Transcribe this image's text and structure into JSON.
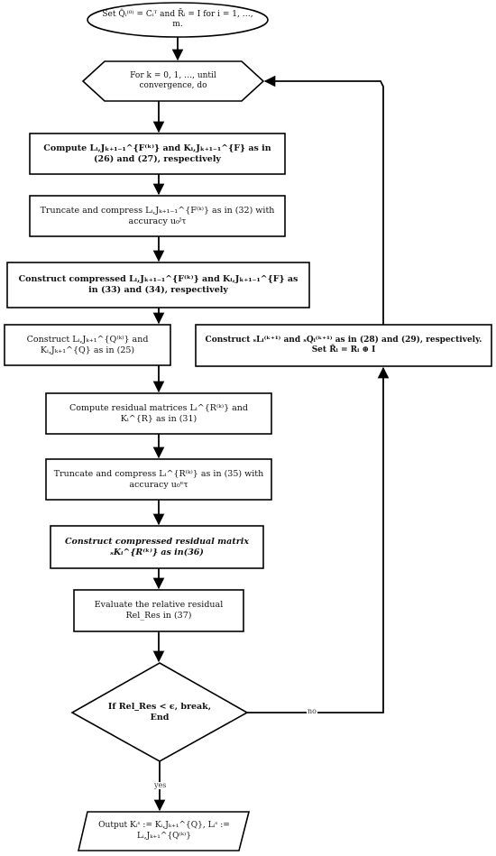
{
  "nodes": {
    "init": "Set Q̂ᵢ⁽⁰⁾ = Cᵢᵀ and R̄ᵢ = I for i = 1, …, m.",
    "loop": "For k = 0, 1, …, until convergence, do",
    "compute_lk": "Compute Lᵢ,Jₖ₊₁₋₁^{F⁽ᵏ⁾} and Kᵢ,Jₖ₊₁₋₁^{F} as in (26) and (27), respectively",
    "truncate_l": "Truncate and compress Lᵢ,Jₖ₊₁₋₁^{F⁽ᵏ⁾} as in (32) with accuracy u₀ᴶτ",
    "construct_compressed_lk": "Construct compressed Lᵢ,Jₖ₊₁₋₁^{F⁽ᵏ⁾} and Kᵢ,Jₖ₊₁₋₁^{F} as in (33) and (34), respectively",
    "construct_lq_kq": "Construct Lᵢ,Jₖ₊₁^{Q⁽ᵏ⁾} and Kᵢ,Jₖ₊₁^{Q} as in (25)",
    "construct_right": "Construct ₛLᵢ⁽ᵏ⁺¹⁾ and ₛQᵢ⁽ᵏ⁺¹⁾ as in (28) and (29), respectively. Set R̄ᵢ = Rᵢ ⊕ I",
    "compute_residual": "Compute residual matrices Lᵢ^{R⁽ᵏ⁾} and Kᵢ^{R} as in (31)",
    "truncate_residual": "Truncate and compress Lᵢ^{R⁽ᵏ⁾} as in (35) with accuracy u₀ᵉτ",
    "construct_residual": "Construct compressed residual matrix ₛKᵢ^{R⁽ᵏ⁾} as in(36)",
    "evaluate": "Evaluate the relative residual Rel_Res in (37)",
    "decision": "If Rel_Res < ϵ, break, End",
    "output": "Output Kᵢˢ := Kᵢ,Jₖ₊₁^{Q}, Lᵢˢ := Lᵢ,Jₖ₊₁^{Q⁽ᵏ⁾}"
  },
  "edges": {
    "no_label": "no",
    "yes_label": "yes"
  }
}
